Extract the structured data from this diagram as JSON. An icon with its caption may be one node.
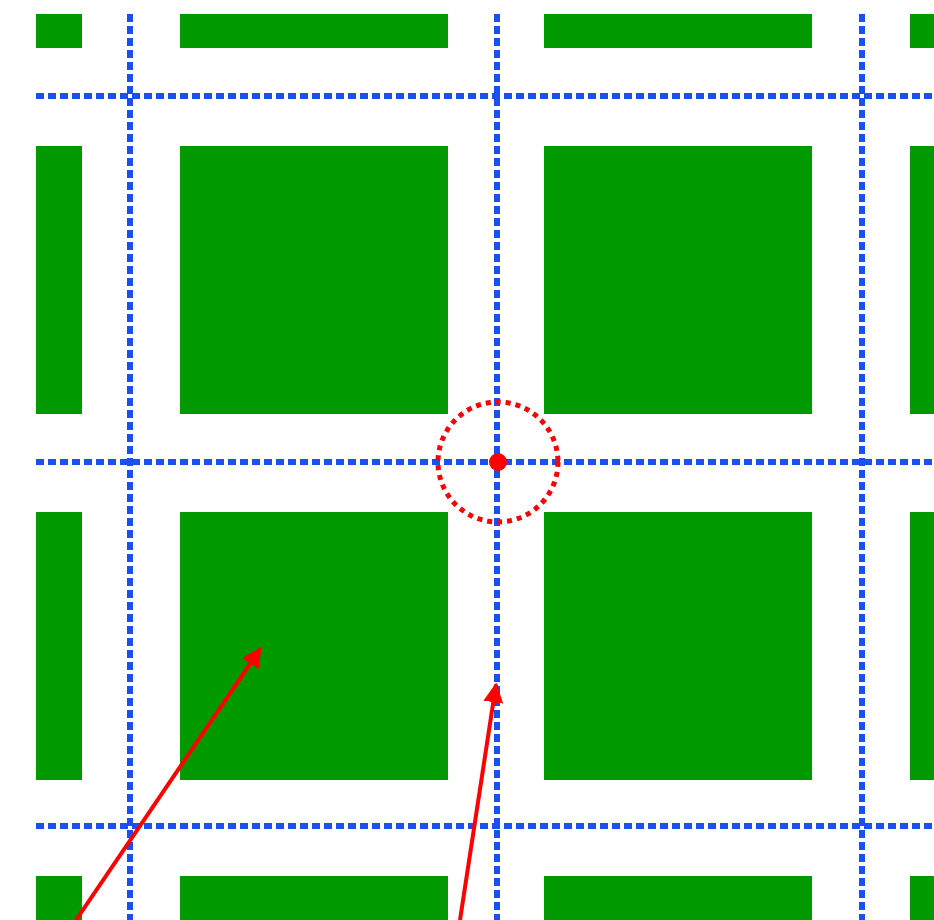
{
  "diagram": {
    "nodes": [
      {
        "text": [],
        "shape": "box"
      },
      {
        "text": [],
        "shape": "bar"
      }
    ],
    "edges": [
      {
        "from": null,
        "to": 0,
        "arrow": "to"
      },
      {
        "from": null,
        "to": 1,
        "arrow": "to"
      }
    ]
  }
}
